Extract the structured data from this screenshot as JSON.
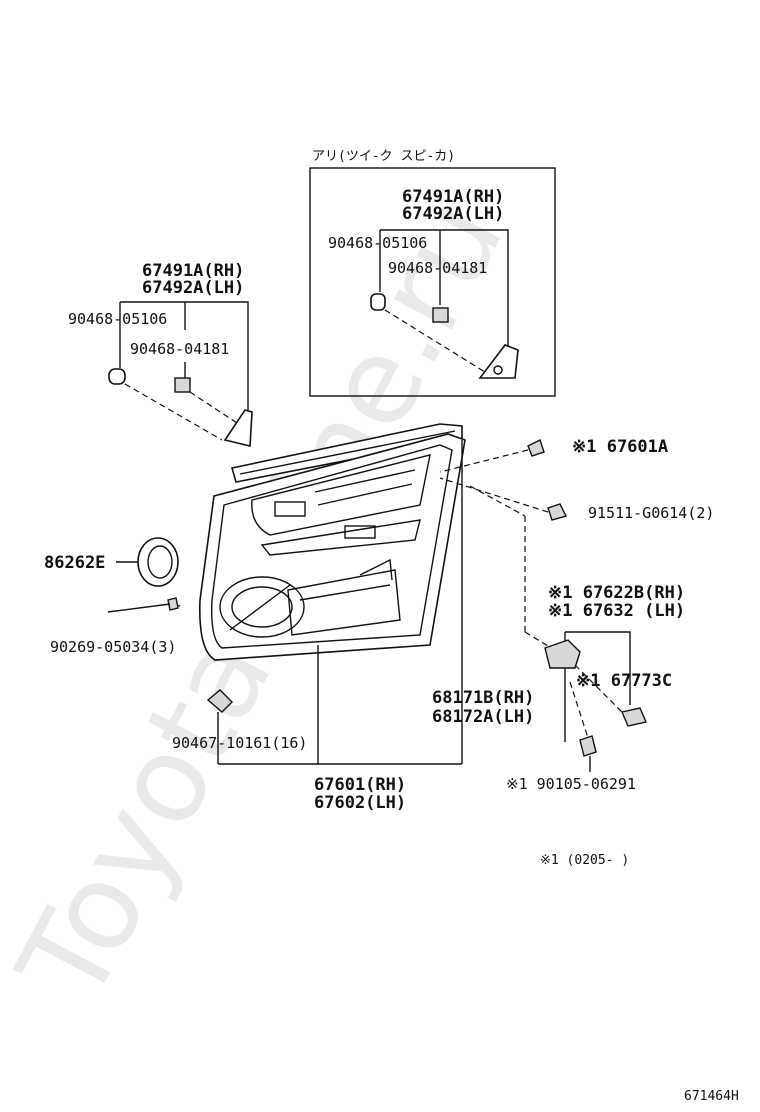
{
  "watermark": "Toyota-Mine.ru",
  "inset": {
    "caption": "アリ(ツイ-ク スピ-カ)"
  },
  "labels": {
    "trim_a_rh_top": "67491A(RH)",
    "trim_a_lh_top": "67492A(LH)",
    "clip1_top": "90468-05106",
    "clip2_top": "90468-04181",
    "trim_a_rh": "67491A(RH)",
    "trim_a_lh": "67492A(LH)",
    "clip1": "90468-05106",
    "clip2": "90468-04181",
    "screw_67601a": "※1 67601A",
    "screw_91511": "91511-G0614(2)",
    "speaker": "86262E",
    "screw_90269": "90269-05034(3)",
    "handle_rh": "※1 67622B(RH)",
    "handle_lh": "※1 67632 (LH)",
    "cover": "※1 67773C",
    "panel_rh": "68171B(RH)",
    "panel_lh": "68172A(LH)",
    "clip_90467": "90467-10161(16)",
    "trim_rh": "67601(RH)",
    "trim_lh": "67602(LH)",
    "bolt_90105": "※1 90105-06291",
    "footnote": "※1 (0205-    )",
    "ref_code": "671464H"
  }
}
